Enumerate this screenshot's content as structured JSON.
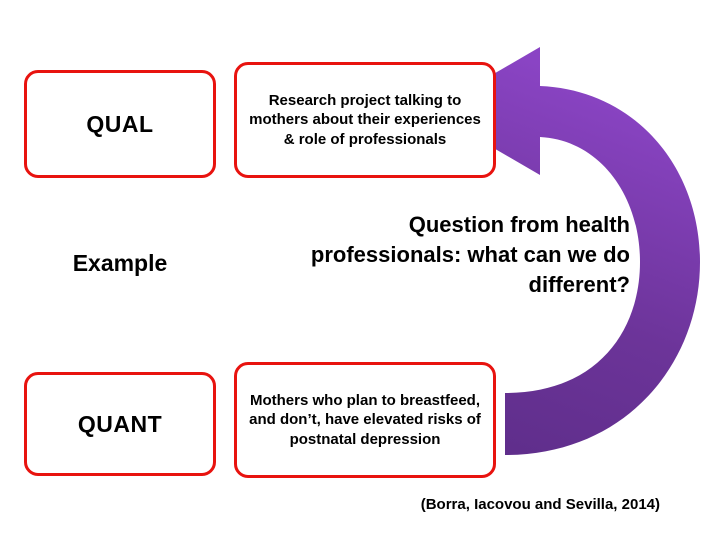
{
  "diagram": {
    "boxes": {
      "qual": {
        "label": "QUAL"
      },
      "qual_desc": {
        "text": "Research project talking to mothers about their experiences & role of professionals"
      },
      "quant": {
        "label": "QUANT"
      },
      "quant_desc": {
        "text": "Mothers who plan to breastfeed, and don’t, have elevated risks of postnatal depression"
      }
    },
    "row_label": "Example",
    "question": "Question from health professionals: what can we do different?",
    "citation": "(Borra, Iacovou and Sevilla, 2014)",
    "colors": {
      "box_border": "#e8130f",
      "arrow_top": "#7d3cb5",
      "arrow_bottom": "#63308f",
      "text": "#000000",
      "background": "#ffffff"
    },
    "icons": {
      "arrow": "curved-up-arrow-icon"
    }
  }
}
